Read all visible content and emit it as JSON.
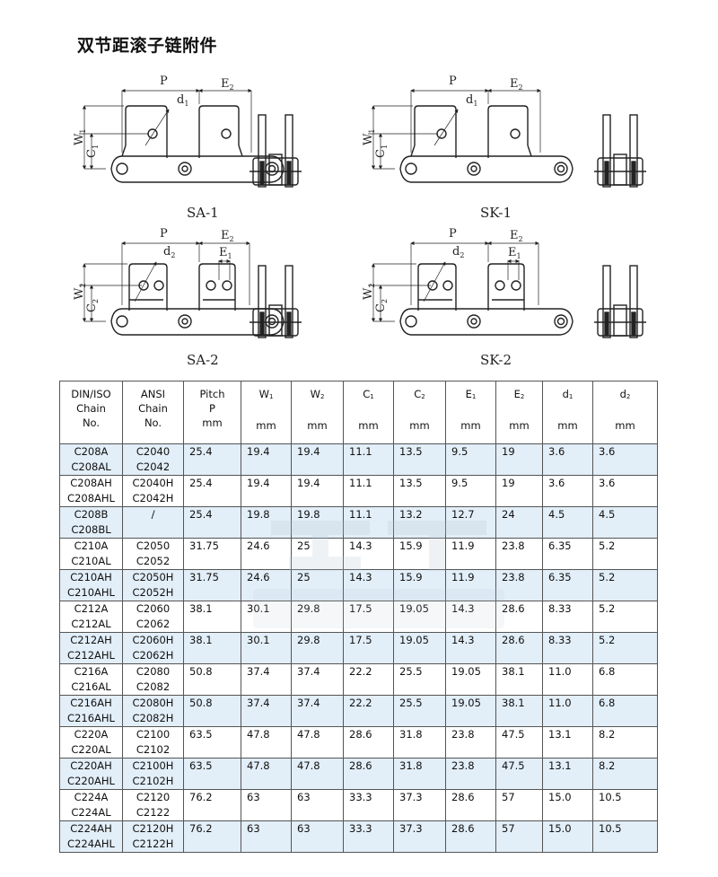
{
  "title": "双节距滚子链附件",
  "drawings": {
    "labels": {
      "p": "P",
      "e1": "E",
      "e1_sub": "1",
      "e2": "E",
      "e2_sub": "2",
      "d1": "d",
      "d1_sub": "1",
      "d2": "d",
      "d2_sub": "2",
      "w1": "W",
      "w1_sub": "1",
      "w2": "W",
      "w2_sub": "2",
      "c1": "C",
      "c1_sub": "1",
      "c2": "C",
      "c2_sub": "2"
    },
    "captions": [
      "SA-1",
      "SK-1",
      "SA-2",
      "SK-2"
    ]
  },
  "table": {
    "headers": [
      {
        "line1": "DIN/ISO",
        "line2": "Chain",
        "line3": "No.",
        "sub": ""
      },
      {
        "line1": "ANSI",
        "line2": "Chain",
        "line3": "No.",
        "sub": ""
      },
      {
        "line1": "Pitch",
        "line2": "P",
        "line3": "mm",
        "sub": ""
      },
      {
        "line1": "W",
        "line2": "",
        "line3": "mm",
        "sub": "1"
      },
      {
        "line1": "W",
        "line2": "",
        "line3": "mm",
        "sub": "2"
      },
      {
        "line1": "C",
        "line2": "",
        "line3": "mm",
        "sub": "1"
      },
      {
        "line1": "C",
        "line2": "",
        "line3": "mm",
        "sub": "2"
      },
      {
        "line1": "E",
        "line2": "",
        "line3": "mm",
        "sub": "1"
      },
      {
        "line1": "E",
        "line2": "",
        "line3": "mm",
        "sub": "2"
      },
      {
        "line1": "d",
        "line2": "",
        "line3": "mm",
        "sub": "1"
      },
      {
        "line1": "d",
        "line2": "",
        "line3": "mm",
        "sub": "2"
      }
    ],
    "rows": [
      {
        "din": [
          "C208A",
          "C208AL"
        ],
        "ansi": [
          "C2040",
          "C2042"
        ],
        "p": "25.4",
        "w1": "19.4",
        "w2": "19.4",
        "c1": "11.1",
        "c2": "13.5",
        "e1": "9.5",
        "e2": "19",
        "d1": "3.6",
        "d2": "3.6"
      },
      {
        "din": [
          "C208AH",
          "C208AHL"
        ],
        "ansi": [
          "C2040H",
          "C2042H"
        ],
        "p": "25.4",
        "w1": "19.4",
        "w2": "19.4",
        "c1": "11.1",
        "c2": "13.5",
        "e1": "9.5",
        "e2": "19",
        "d1": "3.6",
        "d2": "3.6"
      },
      {
        "din": [
          "C208B",
          "C208BL"
        ],
        "ansi": [
          "/",
          ""
        ],
        "p": "25.4",
        "w1": "19.8",
        "w2": "19.8",
        "c1": "11.1",
        "c2": "13.2",
        "e1": "12.7",
        "e2": "24",
        "d1": "4.5",
        "d2": "4.5"
      },
      {
        "din": [
          "C210A",
          "C210AL"
        ],
        "ansi": [
          "C2050",
          "C2052"
        ],
        "p": "31.75",
        "w1": "24.6",
        "w2": "25",
        "c1": "14.3",
        "c2": "15.9",
        "e1": "11.9",
        "e2": "23.8",
        "d1": "6.35",
        "d2": "5.2"
      },
      {
        "din": [
          "C210AH",
          "C210AHL"
        ],
        "ansi": [
          "C2050H",
          "C2052H"
        ],
        "p": "31.75",
        "w1": "24.6",
        "w2": "25",
        "c1": "14.3",
        "c2": "15.9",
        "e1": "11.9",
        "e2": "23.8",
        "d1": "6.35",
        "d2": "5.2"
      },
      {
        "din": [
          "C212A",
          "C212AL"
        ],
        "ansi": [
          "C2060",
          "C2062"
        ],
        "p": "38.1",
        "w1": "30.1",
        "w2": "29.8",
        "c1": "17.5",
        "c2": "19.05",
        "e1": "14.3",
        "e2": "28.6",
        "d1": "8.33",
        "d2": "5.2"
      },
      {
        "din": [
          "C212AH",
          "C212AHL"
        ],
        "ansi": [
          "C2060H",
          "C2062H"
        ],
        "p": "38.1",
        "w1": "30.1",
        "w2": "29.8",
        "c1": "17.5",
        "c2": "19.05",
        "e1": "14.3",
        "e2": "28.6",
        "d1": "8.33",
        "d2": "5.2"
      },
      {
        "din": [
          "C216A",
          "C216AL"
        ],
        "ansi": [
          "C2080",
          "C2082"
        ],
        "p": "50.8",
        "w1": "37.4",
        "w2": "37.4",
        "c1": "22.2",
        "c2": "25.5",
        "e1": "19.05",
        "e2": "38.1",
        "d1": "11.0",
        "d2": "6.8"
      },
      {
        "din": [
          "C216AH",
          "C216AHL"
        ],
        "ansi": [
          "C2080H",
          "C2082H"
        ],
        "p": "50.8",
        "w1": "37.4",
        "w2": "37.4",
        "c1": "22.2",
        "c2": "25.5",
        "e1": "19.05",
        "e2": "38.1",
        "d1": "11.0",
        "d2": "6.8"
      },
      {
        "din": [
          "C220A",
          "C220AL"
        ],
        "ansi": [
          "C2100",
          "C2102"
        ],
        "p": "63.5",
        "w1": "47.8",
        "w2": "47.8",
        "c1": "28.6",
        "c2": "31.8",
        "e1": "23.8",
        "e2": "47.5",
        "d1": "13.1",
        "d2": "8.2"
      },
      {
        "din": [
          "C220AH",
          "C220AHL"
        ],
        "ansi": [
          "C2100H",
          "C2102H"
        ],
        "p": "63.5",
        "w1": "47.8",
        "w2": "47.8",
        "c1": "28.6",
        "c2": "31.8",
        "e1": "23.8",
        "e2": "47.5",
        "d1": "13.1",
        "d2": "8.2"
      },
      {
        "din": [
          "C224A",
          "C224AL"
        ],
        "ansi": [
          "C2120",
          "C2122"
        ],
        "p": "76.2",
        "w1": "63",
        "w2": "63",
        "c1": "33.3",
        "c2": "37.3",
        "e1": "28.6",
        "e2": "57",
        "d1": "15.0",
        "d2": "10.5"
      },
      {
        "din": [
          "C224AH",
          "C224AHL"
        ],
        "ansi": [
          "C2120H",
          "C2122H"
        ],
        "p": "76.2",
        "w1": "63",
        "w2": "63",
        "c1": "33.3",
        "c2": "37.3",
        "e1": "28.6",
        "e2": "57",
        "d1": "15.0",
        "d2": "10.5"
      }
    ],
    "shade_color": "#e2eef8"
  }
}
